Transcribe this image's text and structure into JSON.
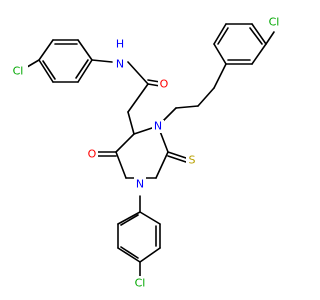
{
  "colors": {
    "bond": "#000000",
    "carbon": "#000000",
    "nitrogen": "#0000ff",
    "oxygen": "#ff0000",
    "sulfur": "#b8a000",
    "chlorine": "#00a800"
  },
  "labels": {
    "cl_top_left": "Cl",
    "nh": "N",
    "nh_h": "H",
    "amide_o": "O",
    "ring_n1": "N",
    "ring_n2": "N",
    "ring_o": "O",
    "thione_s": "S",
    "cl_top_right": "Cl",
    "cl_bottom": "Cl"
  }
}
